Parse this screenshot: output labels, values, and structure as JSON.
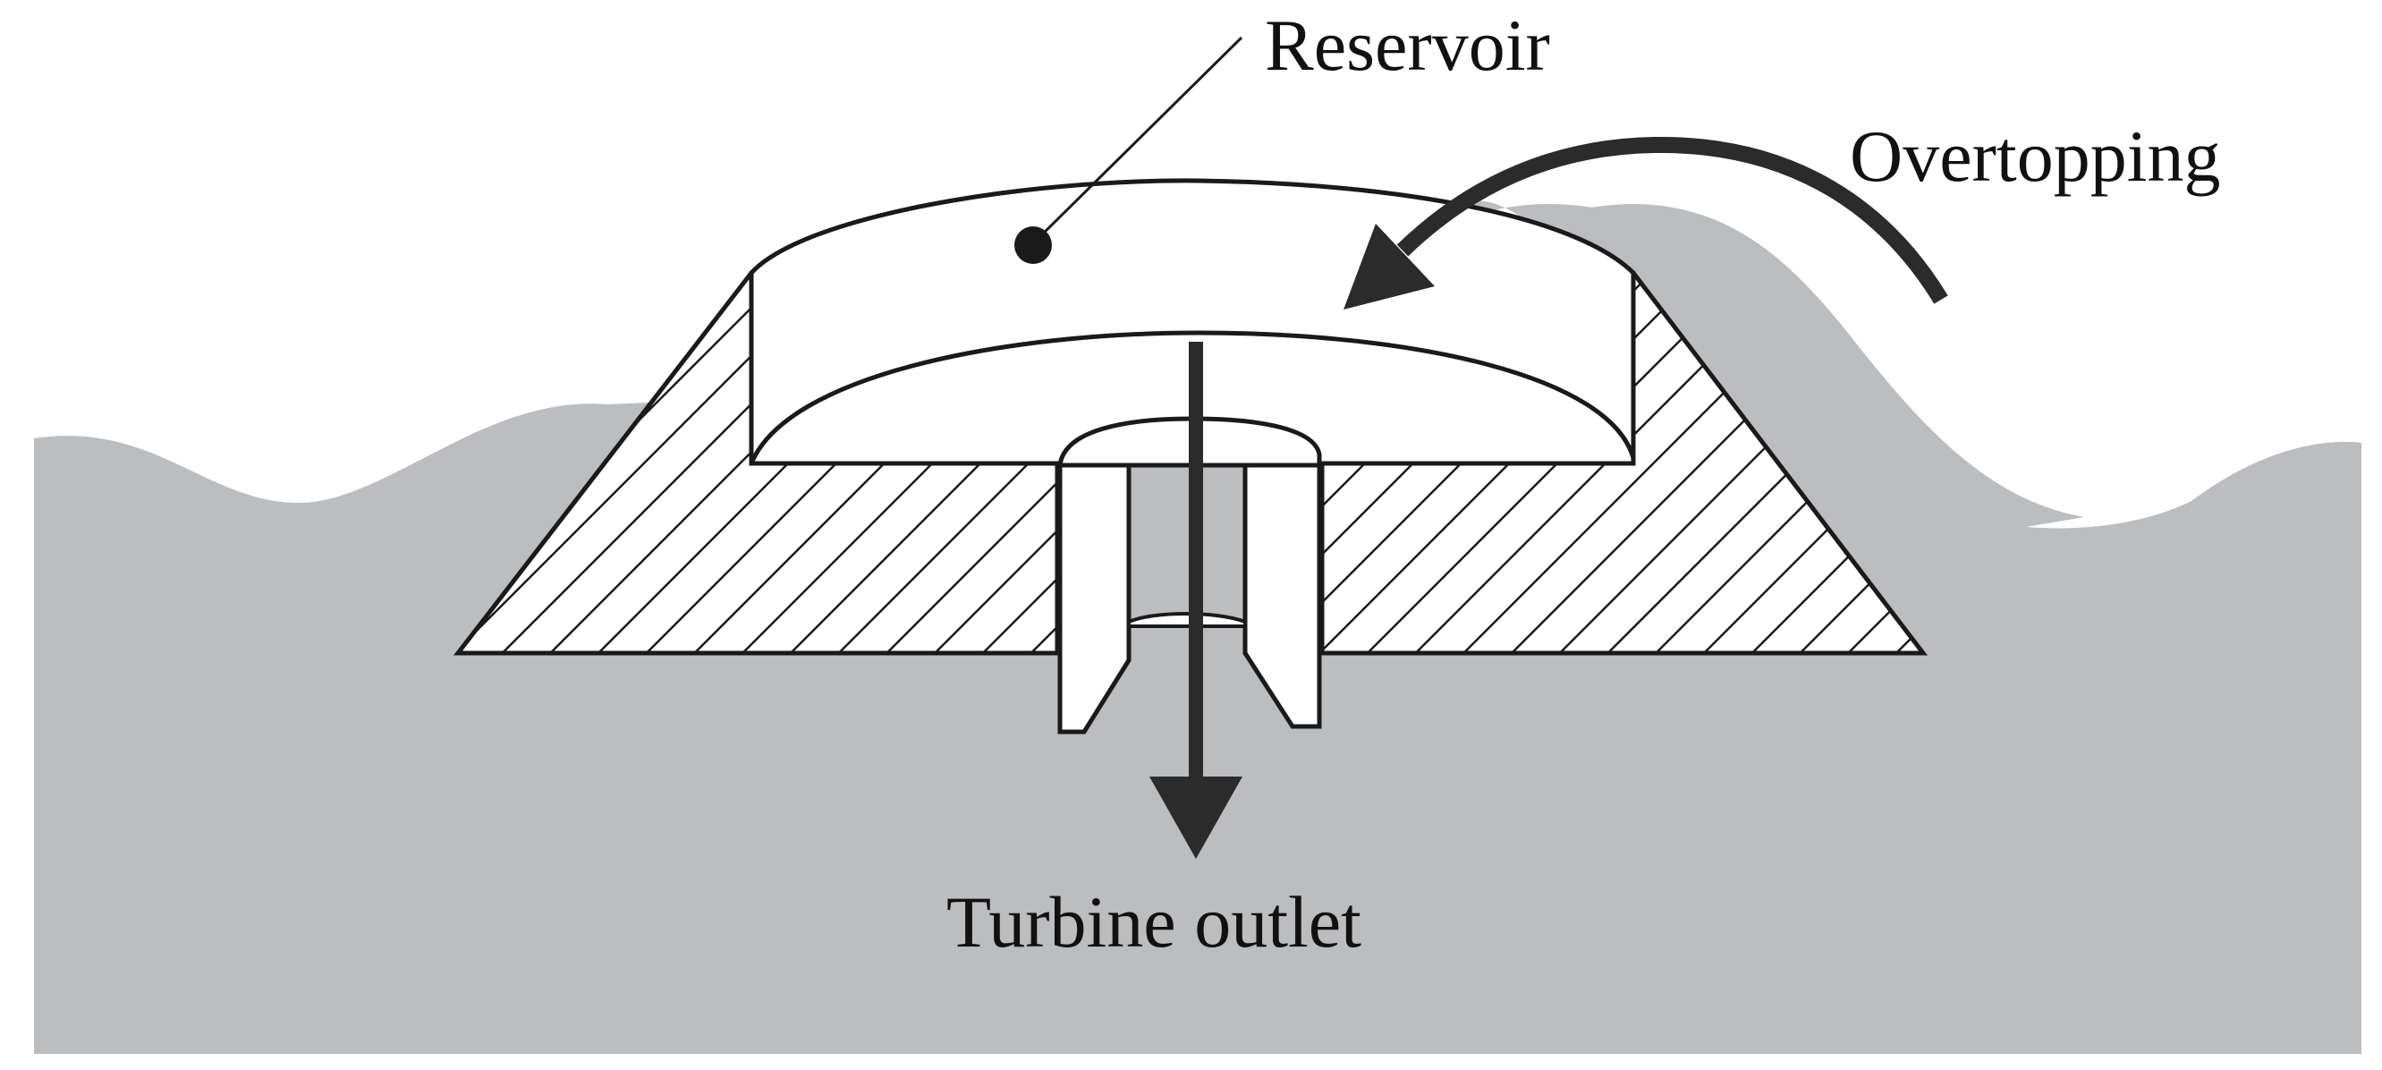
{
  "labels": {
    "reservoir": "Reservoir",
    "overtopping": "Overtopping",
    "turbine_outlet": "Turbine outlet"
  },
  "colors": {
    "water": "#bcbdbf",
    "structure_fill": "#ffffff",
    "outline": "#1a1a1a",
    "arrow": "#2b2b2b",
    "hatch": "#1a1a1a"
  },
  "icons": {
    "overtopping_arrow": "curved-arrow-icon",
    "outlet_arrow": "down-arrow-icon",
    "leader_dot": "leader-dot-icon"
  }
}
